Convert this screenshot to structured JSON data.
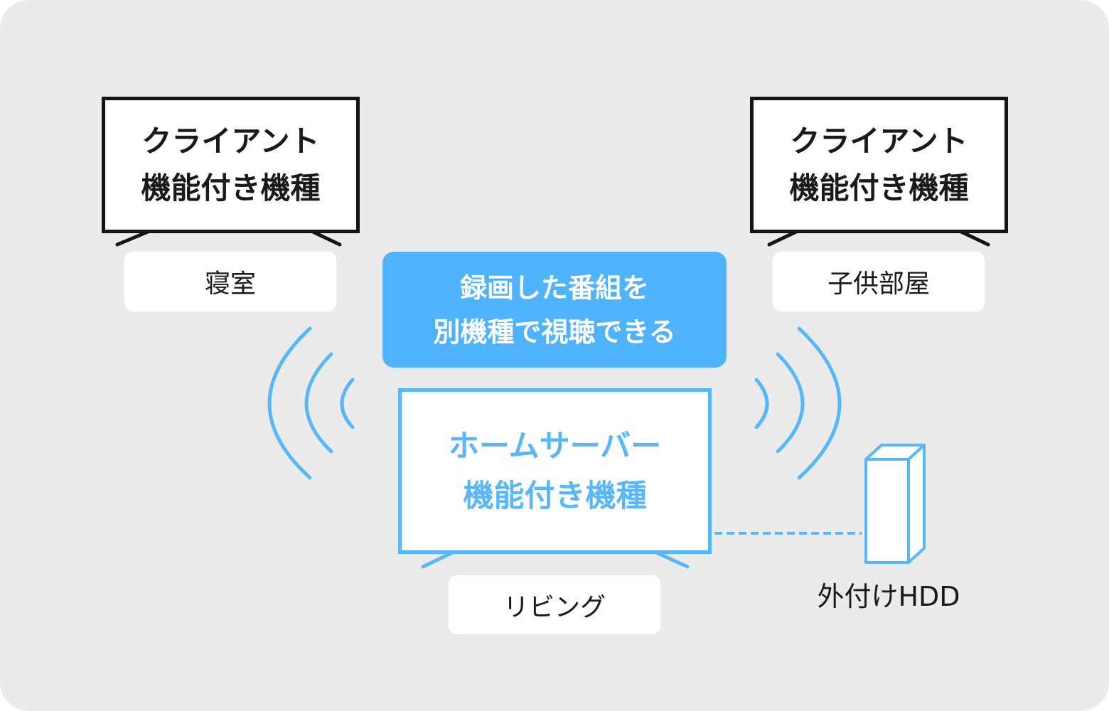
{
  "colors": {
    "background": "#ebebeb",
    "client_frame": "#141414",
    "accent": "#4fb3fc",
    "server_frame": "#58b6fb"
  },
  "client_left": {
    "screen_lines": [
      "クライアント",
      "機能付き機種"
    ],
    "room": "寝室"
  },
  "client_right": {
    "screen_lines": [
      "クライアント",
      "機能付き機種"
    ],
    "room": "子供部屋"
  },
  "banner": {
    "lines": [
      "録画した番組を",
      "別機種で視聴できる"
    ]
  },
  "server": {
    "screen_lines": [
      "ホームサーバー",
      "機能付き機種"
    ],
    "room": "リビング"
  },
  "storage": {
    "label": "外付けHDD",
    "icon": "hdd-icon"
  },
  "icons": {
    "wireless_left": "wifi-waves-left-icon",
    "wireless_right": "wifi-waves-right-icon",
    "tv": "tv-icon"
  }
}
